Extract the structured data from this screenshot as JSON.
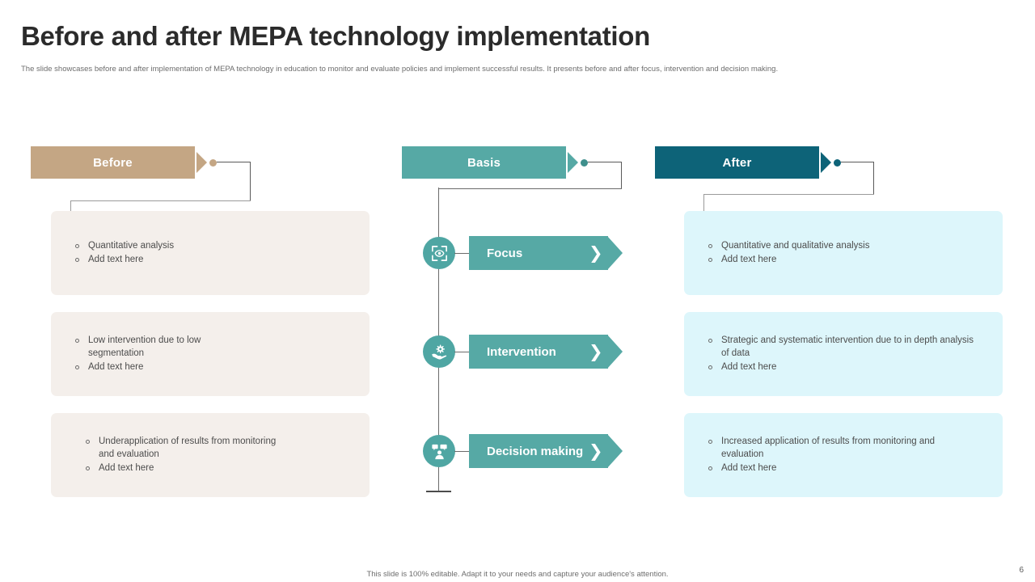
{
  "slide": {
    "title": "Before and after MEPA technology implementation",
    "subtitle": "The slide showcases before and after implementation  of MEPA  technology in  education to monitor  and evaluate policies and implement  successful results. It presents before and after focus, intervention and decision making.",
    "footer_note": "This slide is 100% editable. Adapt it to your needs and capture your audience's attention.",
    "page_number": "6"
  },
  "colors": {
    "before_banner": "#c4a684",
    "basis_banner": "#56a9a5",
    "after_banner": "#0d6378",
    "before_card": "#f4efeb",
    "after_card": "#ddf6fb",
    "chip": "#56a9a5",
    "node_circle": "#4fa6a3",
    "connector": "#6b6b6b",
    "text_body": "#4c4c4c"
  },
  "columns": {
    "before": {
      "banner_label": "Before",
      "cards": [
        {
          "bullets": [
            "Quantitative  analysis",
            "Add text here"
          ]
        },
        {
          "bullets": [
            "Low intervention  due to low segmentation",
            "Add text here"
          ]
        },
        {
          "bullets": [
            "Underapplication  of  results from monitoring  and evaluation",
            "Add text here"
          ]
        }
      ]
    },
    "basis": {
      "banner_label": "Basis",
      "steps": [
        {
          "label": "Focus",
          "icon": "eye-focus-icon"
        },
        {
          "label": "Intervention",
          "icon": "hand-gear-icon"
        },
        {
          "label": "Decision making",
          "icon": "person-speech-bubbles-icon"
        }
      ]
    },
    "after": {
      "banner_label": "After",
      "cards": [
        {
          "bullets": [
            "Quantitative  and  qualitative  analysis",
            "Add text here"
          ]
        },
        {
          "bullets": [
            "Strategic  and  systematic intervention  due to in depth analysis of data",
            "Add text here"
          ]
        },
        {
          "bullets": [
            "Increased  application  of results from  monitoring and  evaluation",
            "Add text here"
          ]
        }
      ]
    }
  }
}
